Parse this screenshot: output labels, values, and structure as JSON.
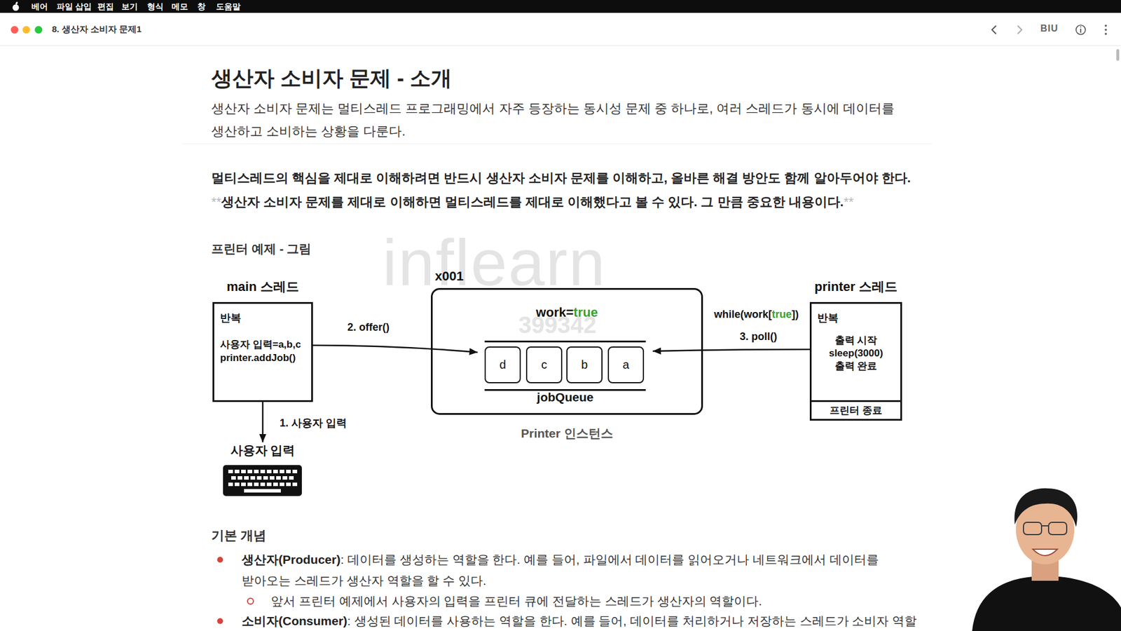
{
  "diagram": {
    "title": "생산자 소비자 문제 - 소개",
    "nodes": [
      {
        "text": [
          "main 스레드",
          "반복",
          "사용자 입력=a,b,c printer.addJob()"
        ]
      },
      {
        "text": [
          "x001",
          "work=",
          "true",
          "Printer 인스턴스"
        ]
      },
      {
        "text": [
          "jobQueue"
        ],
        "in": 1
      },
      {
        "text": [
          "d"
        ],
        "in": 2
      },
      {
        "text": [
          "c"
        ],
        "in": 2
      },
      {
        "text": [
          "b"
        ],
        "in": 2
      },
      {
        "text": [
          "a"
        ],
        "in": 2
      },
      {
        "text": [
          "printer 스레드",
          "반복",
          "출력 시작 sleep(3000) 출력 완료"
        ]
      },
      {
        "text": [
          "프린터 종료"
        ],
        "in": 7
      },
      {
        "text": [
          "사용자 입력"
        ]
      }
    ],
    "edges": [
      {
        "from": 0,
        "to": 9,
        "label": "1. 사용자 입력",
        "arrow": "to"
      },
      {
        "from": 0,
        "to": 2,
        "label": "2. offer()",
        "arrow": "to"
      },
      {
        "from": 7,
        "to": 2,
        "label": "3. poll()",
        "arrow": "to"
      }
    ],
    "labels": [
      "베어",
      "파일 삽입",
      "편집",
      "보기",
      "형식",
      "메모",
      "창",
      "도움말",
      "8. 생산자 소비자 문제1",
      "BIU",
      "생산자 소비자 문제는 멀티스레드 프로그래밍에서 자주 등장하는 동시성 문제 중 하나로, 여러 스레드가 동시에 데이터를 생산하고 소비하는 상황을 다룬다.",
      "멀티스레드의 핵심을 제대로 이해하려면 반드시 생산자 소비자 문제를 이해하고, 올바른 해결 방안도 함께 알아두어야 한다.",
      "**",
      "생산자 소비자 문제를 제대로 이해하면 멀티스레드를 제대로 이해했다고 볼 수 있다. 그 만큼 중요한 내용이다.",
      "**",
      "프린터 예제 - 그림",
      "while(work[",
      "true",
      "])",
      "기본 개념",
      "생산자(Producer)",
      ": 데이터를 생성하는 역할을 한다. 예를 들어, 파일에서 데이터를 읽어오거나 네트워크에서 데이터를 받아오는 스레드가 생산자 역할을 할 수 있다.",
      "앞서 프린터 예제에서 사용자의 입력을 프린터 큐에 전달하는 스레드가 생산자의 역할이다.",
      "소비자(Consumer)",
      ": 생성된 데이터를 사용하는 역할을 한다. 예를 들어, 데이터를 처리하거나 저장하는 스레드가 소비자 역할",
      "inflearn",
      "399342"
    ]
  }
}
